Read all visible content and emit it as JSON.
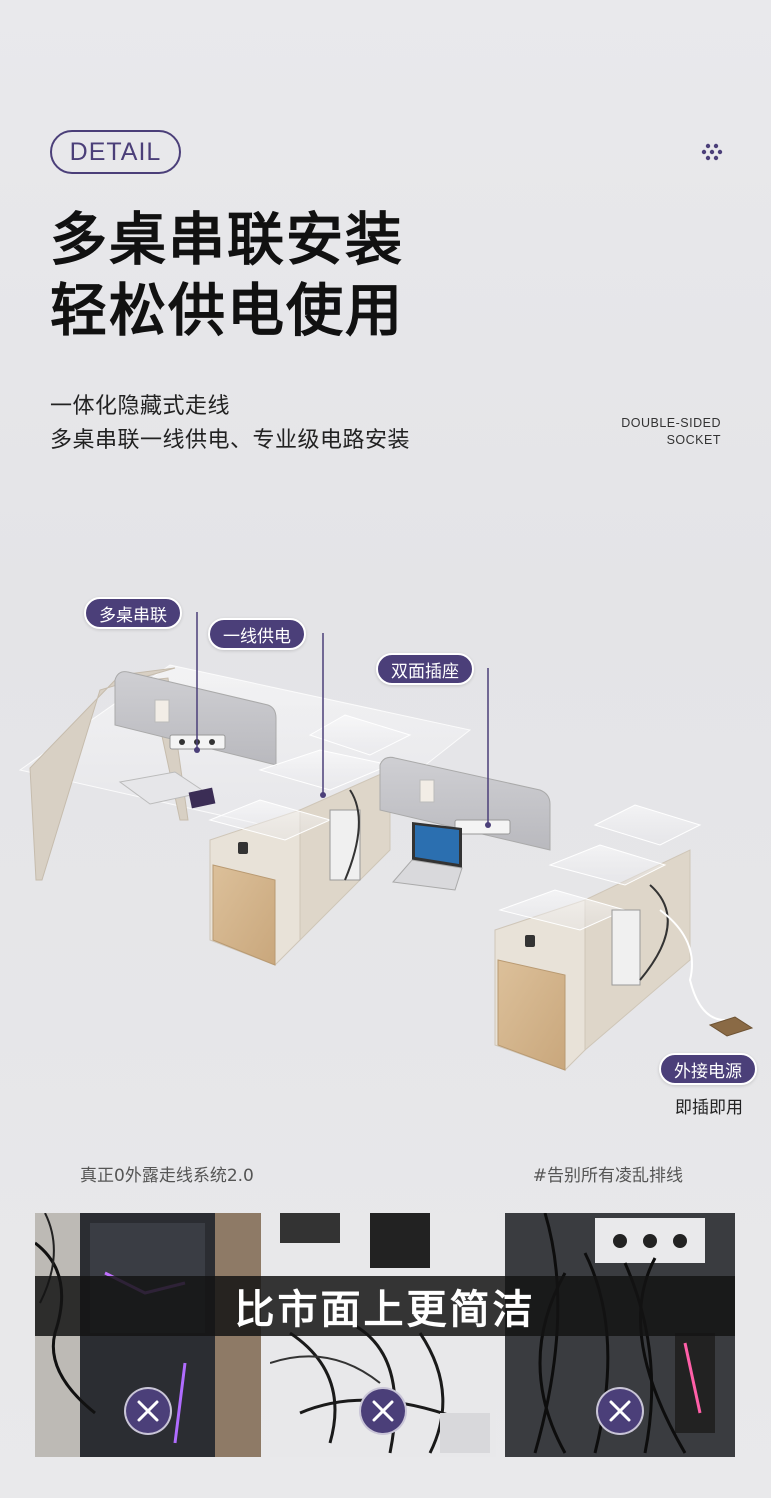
{
  "header": {
    "badge": "DETAIL",
    "title_line1": "多桌串联安装",
    "title_line2": "轻松供电使用",
    "subtitle_line1": "一体化隐藏式走线",
    "subtitle_line2": "多桌串联一线供电、专业级电路安装",
    "english_line1": "DOUBLE-SIDED",
    "english_line2": "SOCKET"
  },
  "callouts": {
    "multi_desk": "多桌串联",
    "one_line_power": "一线供电",
    "double_socket": "双面插座",
    "external_power": "外接电源",
    "plug_and_use": "即插即用"
  },
  "captions": {
    "left": "真正0外露走线系统2.0",
    "right": "#告别所有凌乱排线"
  },
  "comparison": {
    "banner": "比市面上更简洁",
    "icon": "x-icon"
  },
  "colors": {
    "accent": "#4b3f79",
    "background": "#e6e6e9",
    "wood": "#d2b48c",
    "cabinet": "#e8e2d8"
  }
}
